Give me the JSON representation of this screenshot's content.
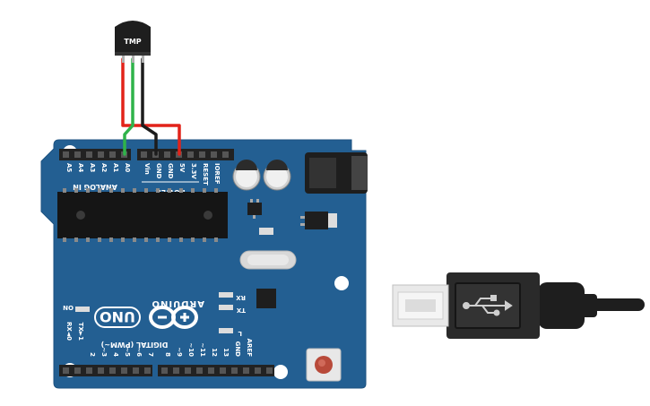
{
  "sensor": {
    "label": "TMP"
  },
  "board": {
    "brand": "ARDUINO",
    "model": "UNO",
    "analog_header": "ANALOG IN",
    "power_header": "POWER",
    "digital_header": "DIGITAL (PWM~)",
    "on_label": "ON",
    "rx_label": "RX",
    "tx_label": "TX",
    "l_label": "L",
    "analog_pins": [
      "A5",
      "A4",
      "A3",
      "A2",
      "A1",
      "A0"
    ],
    "power_pins": [
      "Vin",
      "GND",
      "GND",
      "5V",
      "3.3V",
      "RESET",
      "IOREF"
    ],
    "digital_pins": [
      "RX◄0",
      "TX►1",
      "2",
      "~3",
      "4",
      "~5",
      "~6",
      "7",
      "8",
      "~9",
      "~10",
      "~11",
      "12",
      "13",
      "GND",
      "AREF"
    ]
  },
  "colors": {
    "board": "#235f92",
    "wire_red": "#e2231a",
    "wire_green": "#2fb34a",
    "wire_black": "#1c1c1c"
  }
}
